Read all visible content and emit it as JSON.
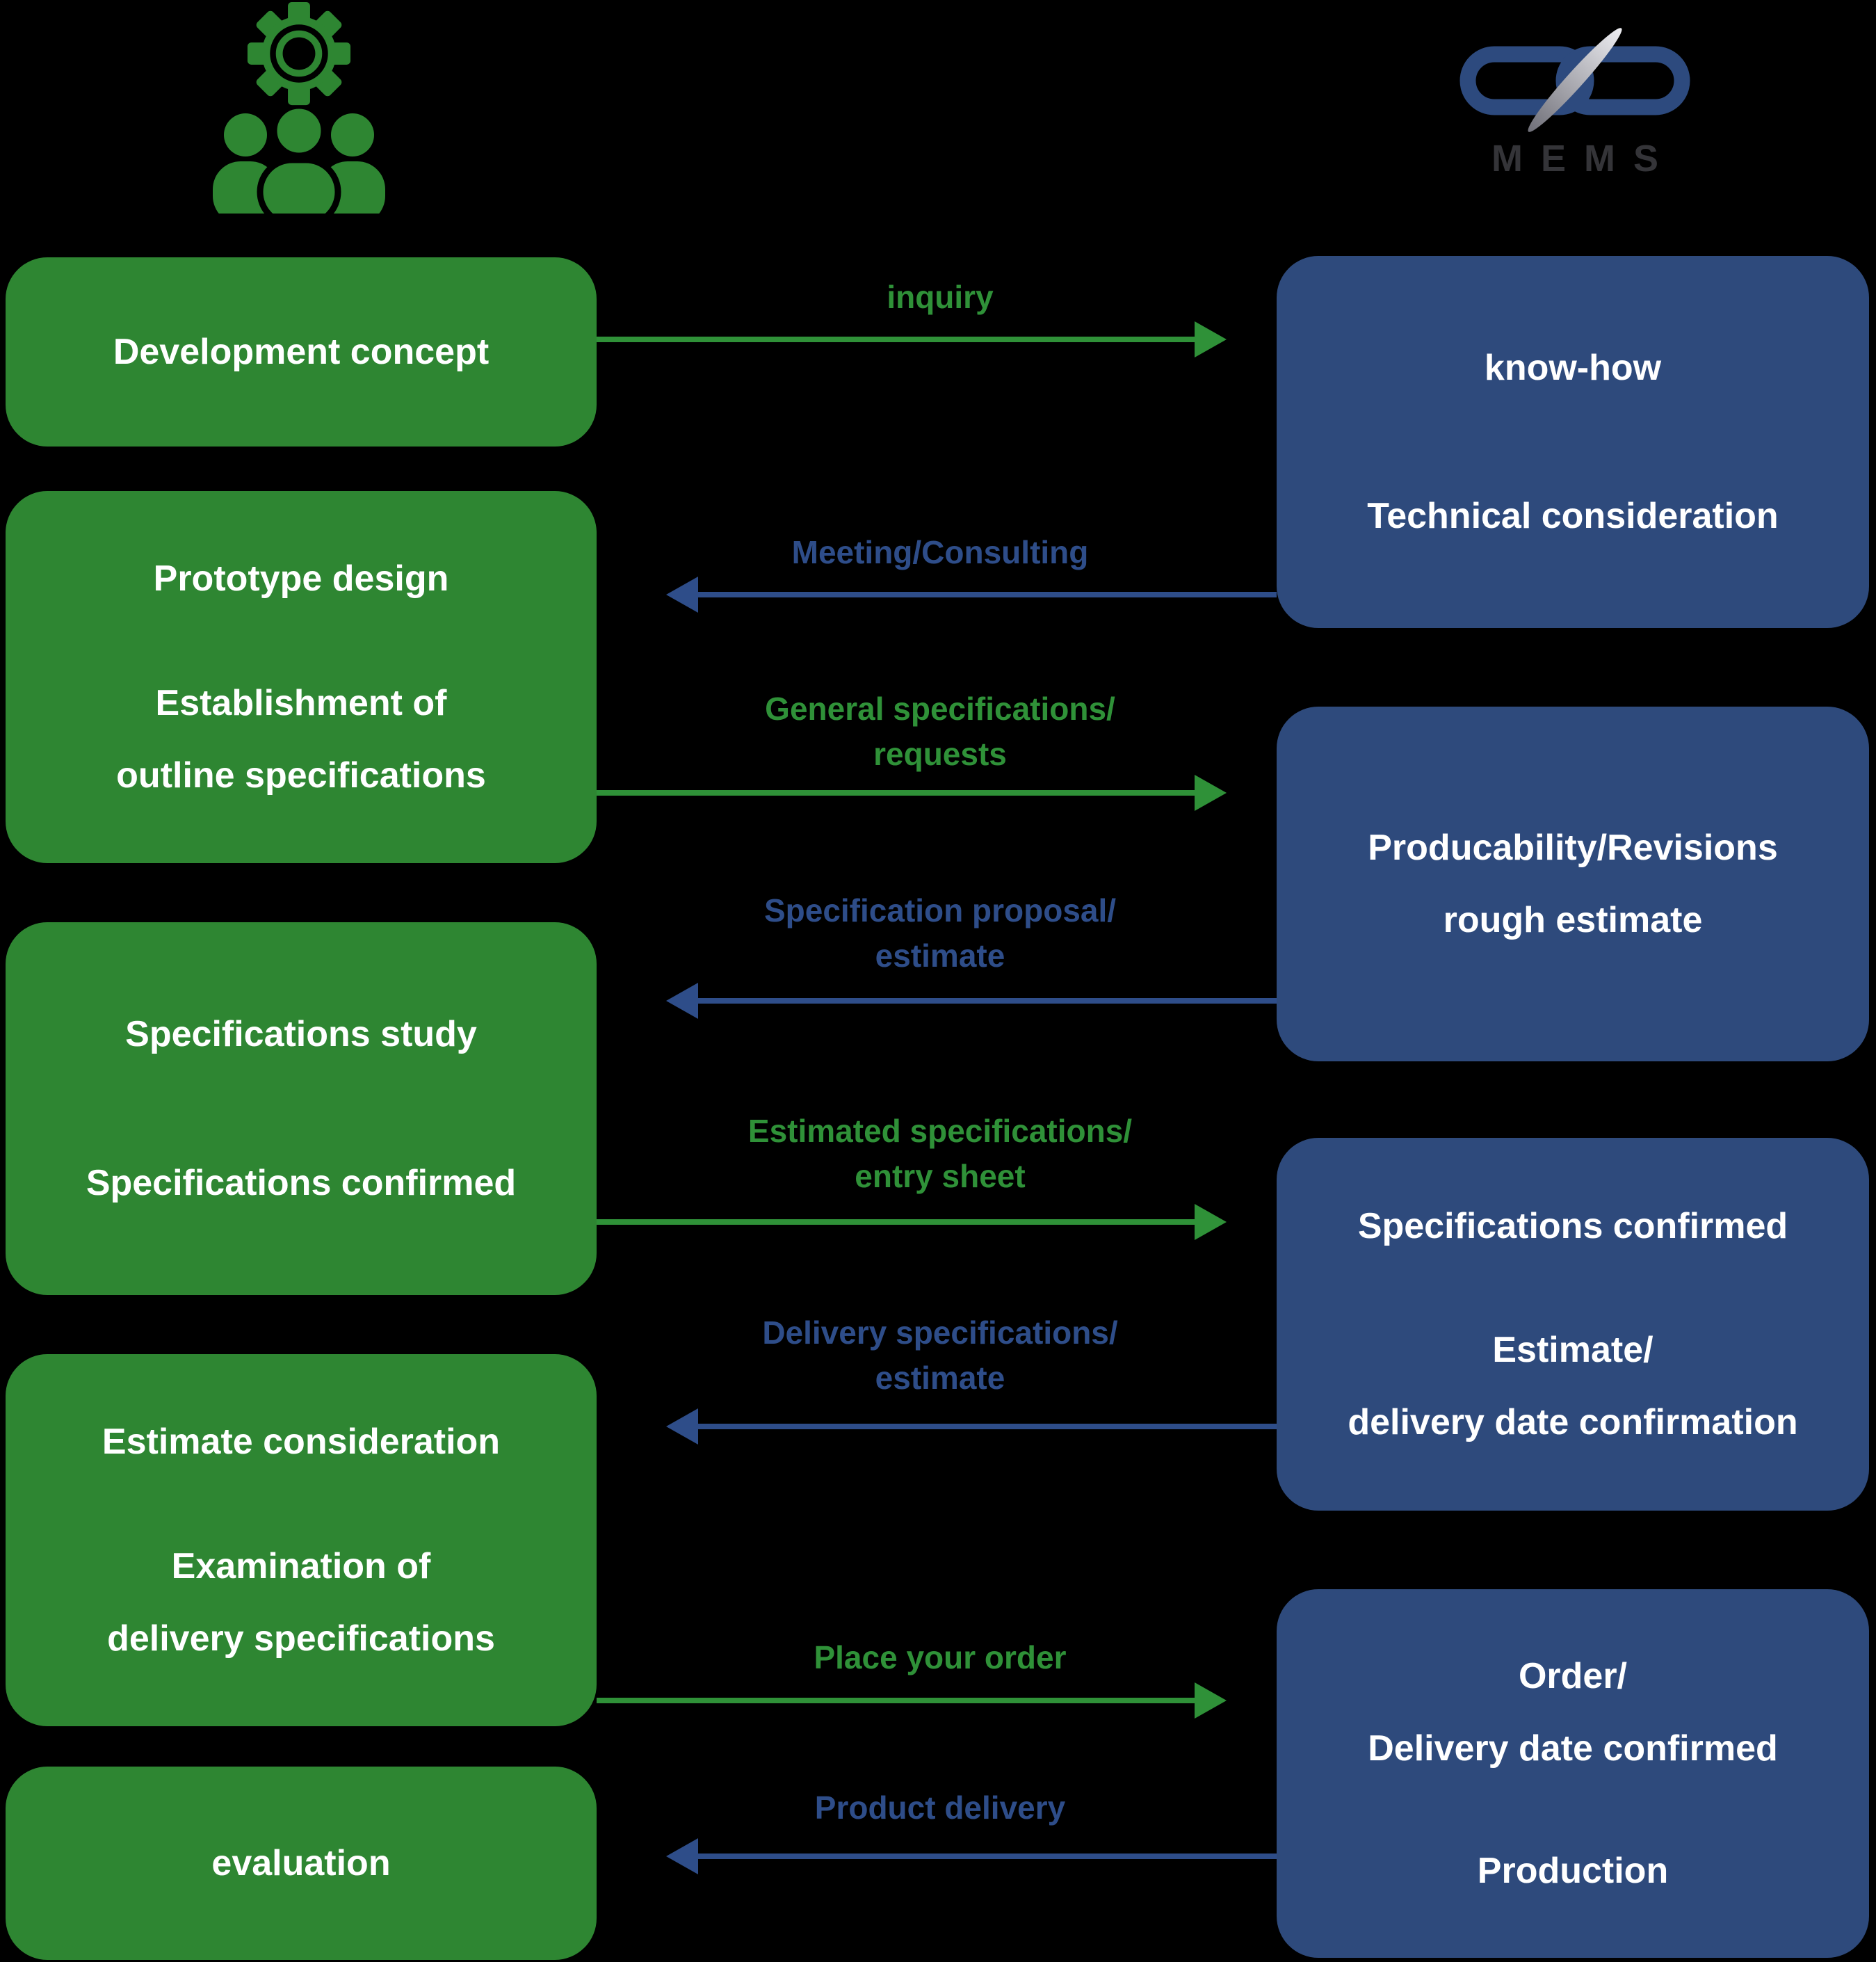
{
  "colors": {
    "background": "#000000",
    "green_box": "#2e8632",
    "green_accent": "#2f9138",
    "blue_box": "#2e4a7c",
    "blue_accent": "#2e4d89",
    "logo_blue": "#2d4a7e",
    "logo_gray": "#343438",
    "blade_dark": "#6f6f78",
    "blade_light": "#eeeef2"
  },
  "header": {
    "customer_icon": "gear-team-icon",
    "logo": {
      "brand": "MEMS",
      "icon": "infinity-needle-icon"
    }
  },
  "customer_steps": [
    {
      "groups": [
        [
          "Development concept"
        ]
      ]
    },
    {
      "groups": [
        [
          "Prototype design"
        ],
        [
          "Establishment of",
          "outline specifications"
        ]
      ]
    },
    {
      "groups": [
        [
          "Specifications study"
        ],
        [
          "Specifications confirmed"
        ]
      ]
    },
    {
      "groups": [
        [
          "Estimate consideration"
        ],
        [
          "Examination of",
          "delivery specifications"
        ]
      ]
    },
    {
      "groups": [
        [
          "evaluation"
        ]
      ]
    }
  ],
  "mems_steps": [
    {
      "groups": [
        [
          "know-how"
        ],
        [
          "Technical consideration"
        ]
      ]
    },
    {
      "groups": [
        [
          "Producability/Revisions",
          "rough estimate"
        ]
      ]
    },
    {
      "groups": [
        [
          "Specifications confirmed"
        ],
        [
          "Estimate/",
          "delivery date confirmation"
        ]
      ]
    },
    {
      "groups": [
        [
          "Order/",
          "Delivery date confirmed"
        ],
        [
          "Production"
        ]
      ]
    }
  ],
  "flows": [
    {
      "lines": [
        "inquiry"
      ],
      "direction": "right"
    },
    {
      "lines": [
        "Meeting/Consulting"
      ],
      "direction": "left"
    },
    {
      "lines": [
        "General specifications/",
        "requests"
      ],
      "direction": "right"
    },
    {
      "lines": [
        "Specification proposal/",
        "estimate"
      ],
      "direction": "left"
    },
    {
      "lines": [
        "Estimated specifications/",
        "entry sheet"
      ],
      "direction": "right"
    },
    {
      "lines": [
        "Delivery specifications/",
        "estimate"
      ],
      "direction": "left"
    },
    {
      "lines": [
        "Place your order"
      ],
      "direction": "right"
    },
    {
      "lines": [
        "Product delivery"
      ],
      "direction": "left"
    }
  ]
}
